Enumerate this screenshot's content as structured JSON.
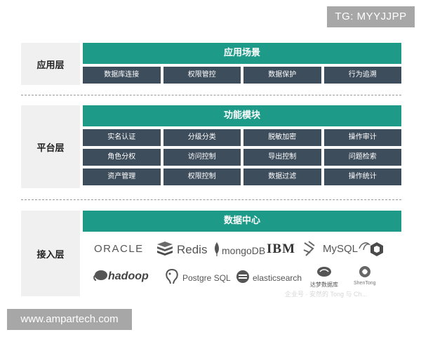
{
  "watermarks": {
    "top": "TG: MYYJJPP",
    "bottom": "www.ampartech.com"
  },
  "layers": {
    "application": {
      "label": "应用层",
      "title": "应用场景",
      "cells": [
        "数据库连接",
        "权限管控",
        "数据保护",
        "行为追溯"
      ]
    },
    "platform": {
      "label": "平台层",
      "title": "功能模块",
      "cells": [
        "实名认证",
        "分级分类",
        "脱敏加密",
        "操作审计",
        "角色分权",
        "访问控制",
        "导出控制",
        "问题检索",
        "资产管理",
        "权限控制",
        "数据过滤",
        "操作统计"
      ]
    },
    "access": {
      "label": "接入层",
      "title": "数据中心",
      "logos": {
        "oracle": "ORACLE",
        "redis": "Redis",
        "mongodb": "mongoDB",
        "ibm": "IBM",
        "mysql": "MySQL",
        "hadoop": "hadoop",
        "postgres": "Postgre SQL",
        "elasticsearch": "elasticsearch",
        "dameng": "达梦数据库",
        "shenzhou": "ShenTong"
      },
      "faint_text": "企业号 · 安然的 Tong 与 Ch..."
    }
  },
  "colors": {
    "teal": "#1d9a88",
    "cell": "#3e4d5c",
    "label_bg": "#f0f0f0"
  },
  "icons": [
    "redis-icon",
    "mongodb-leaf-icon",
    "hbase-icon",
    "mysql-dolphin-icon",
    "cube-icon",
    "hadoop-elephant-icon",
    "postgres-elephant-icon",
    "elasticsearch-icon",
    "dameng-icon",
    "shentong-icon"
  ]
}
